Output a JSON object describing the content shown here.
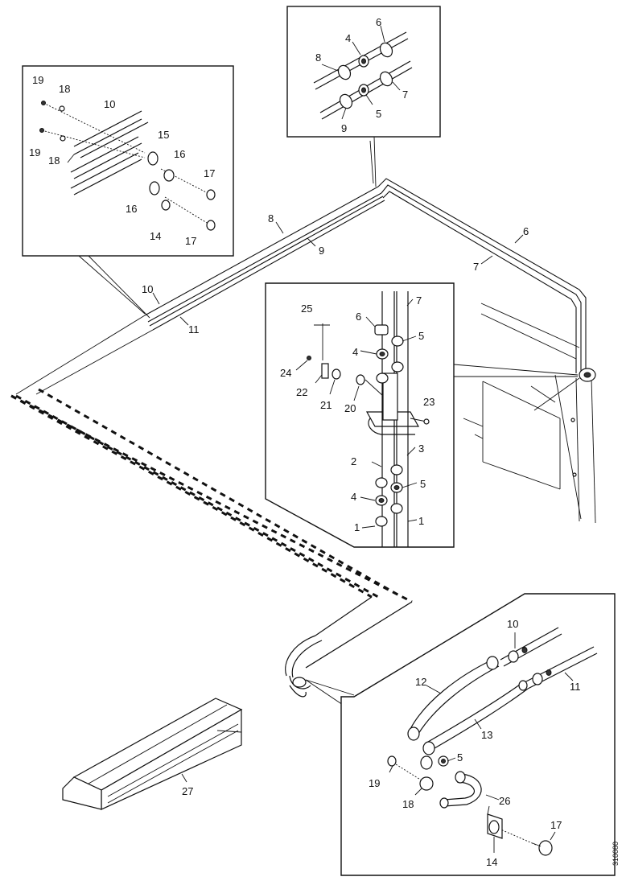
{
  "reference_code": "310080",
  "callouts": {
    "top_detail": [
      "6",
      "4",
      "8",
      "7",
      "5",
      "9"
    ],
    "left_detail": [
      "19",
      "18",
      "10",
      "19",
      "18",
      "15",
      "16",
      "17",
      "16",
      "14",
      "17"
    ],
    "main_lines": [
      "8",
      "9",
      "6",
      "7",
      "10",
      "11"
    ],
    "center_detail": [
      "25",
      "6",
      "7",
      "4",
      "5",
      "24",
      "22",
      "21",
      "20",
      "23",
      "2",
      "3",
      "4",
      "5",
      "1",
      "1"
    ],
    "bottom_detail": [
      "10",
      "11",
      "12",
      "13",
      "5",
      "19",
      "18",
      "26",
      "17",
      "14"
    ],
    "duct": [
      "27"
    ]
  }
}
